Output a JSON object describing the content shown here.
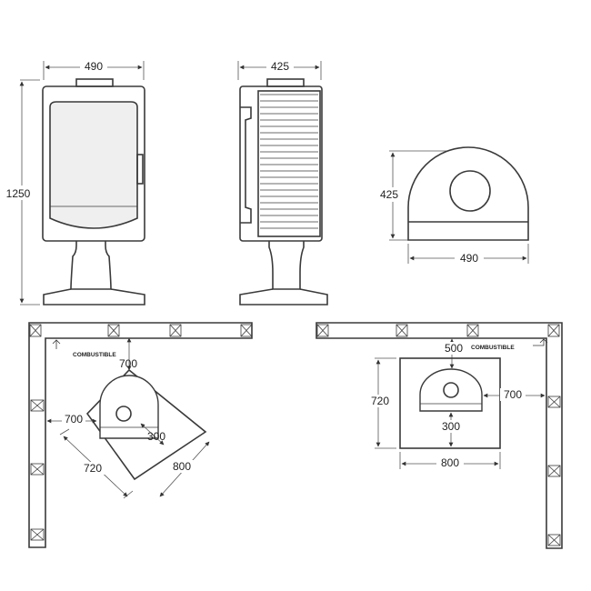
{
  "front_view": {
    "width_label": "490",
    "height_label": "1250"
  },
  "side_view": {
    "depth_label": "425"
  },
  "top_view": {
    "depth_label": "425",
    "width_label": "490"
  },
  "corner_install": {
    "combustible_label": "COMBUSTIBLE",
    "clearance_back": "700",
    "clearance_side": "700",
    "front_clearance": "300",
    "hearth_width": "720",
    "hearth_depth": "800"
  },
  "wall_install": {
    "combustible_label": "COMBUSTIBLE",
    "clearance_back": "500",
    "clearance_side": "700",
    "hearth_depth": "720",
    "front_clearance": "300",
    "hearth_width": "800"
  },
  "colors": {
    "line": "#3a3a3a",
    "panel_fill": "#efefef"
  }
}
